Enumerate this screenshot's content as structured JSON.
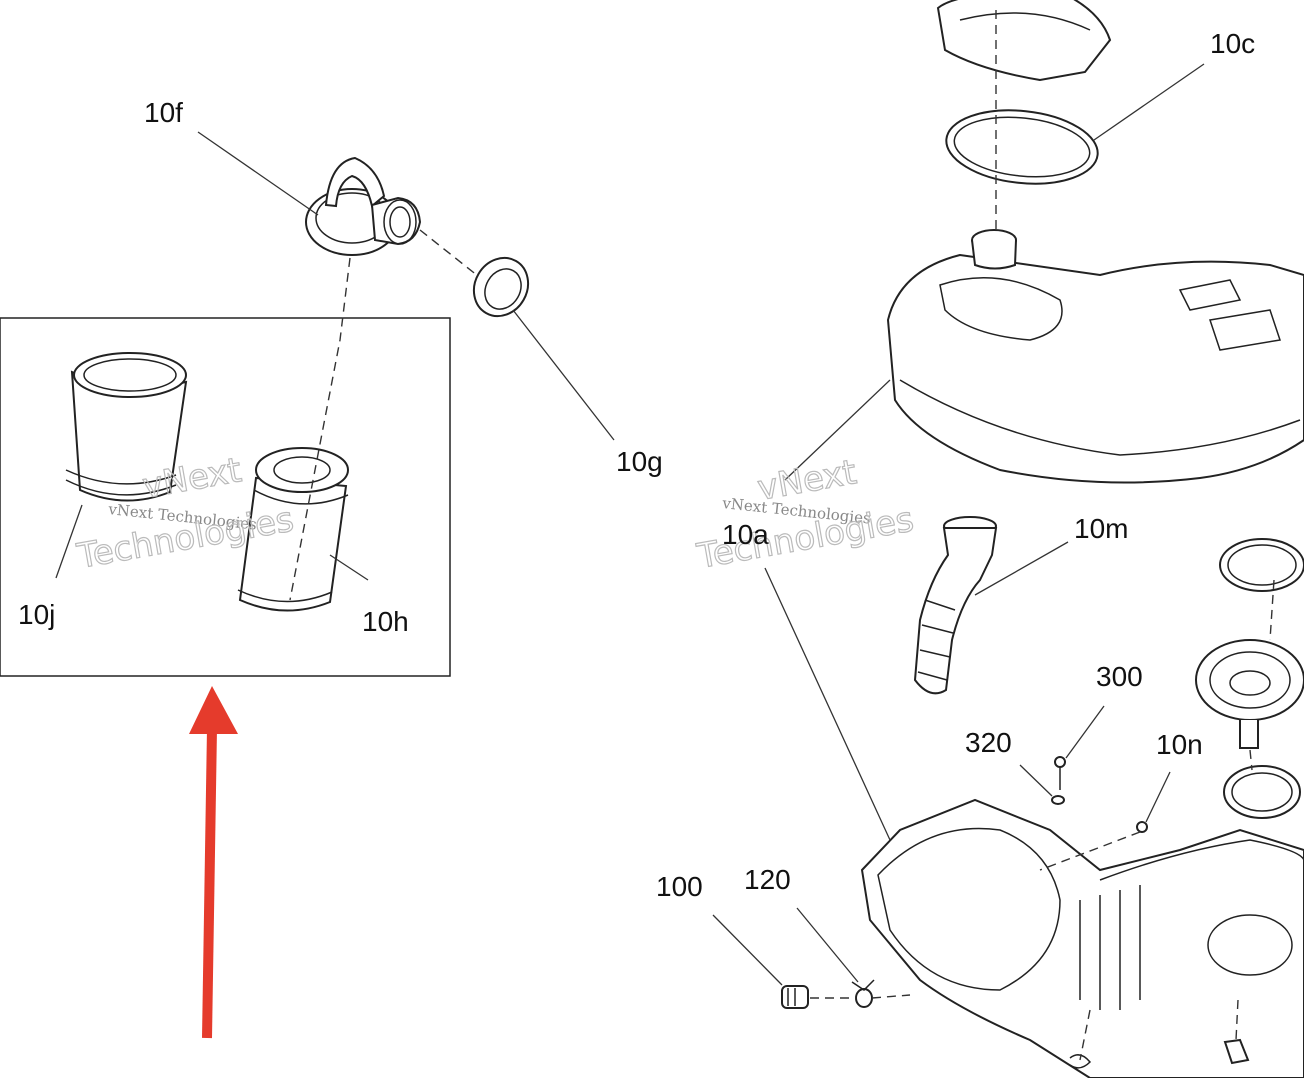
{
  "callouts": {
    "c10f": "10f",
    "c10g": "10g",
    "c10j": "10j",
    "c10h": "10h",
    "c10c": "10c",
    "c10a": "10a",
    "c10m": "10m",
    "c300": "300",
    "c320": "320",
    "c10n": "10n",
    "c100": "100",
    "c120": "120"
  },
  "watermark": {
    "line1": "vNext Technologies",
    "line2": "vNext",
    "line3": "Technologies"
  },
  "colors": {
    "arrow": "#e53b2c",
    "ink": "#222222"
  }
}
